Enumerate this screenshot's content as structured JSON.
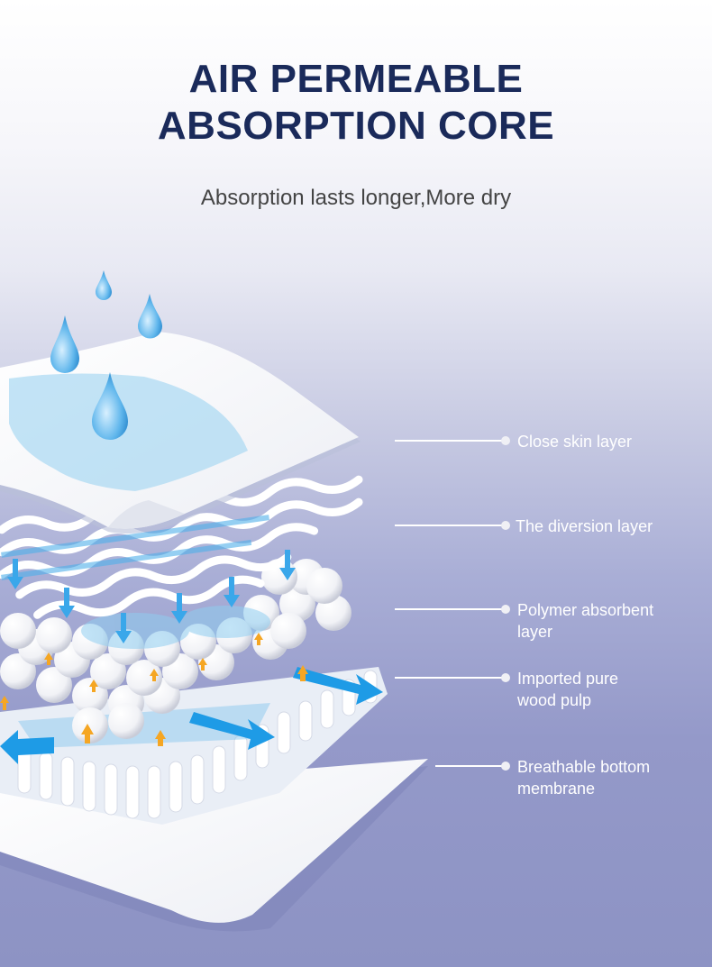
{
  "header": {
    "title_line1": "AIR PERMEABLE",
    "title_line2": "ABSORPTION CORE",
    "subtitle": "Absorption lasts longer,More dry"
  },
  "layers": [
    {
      "label": "Close skin layer"
    },
    {
      "label": "The diversion layer"
    },
    {
      "label": "Polymer absorbent layer"
    },
    {
      "label": "Imported pure wood pulp"
    },
    {
      "label": "Breathable bottom membrane"
    }
  ],
  "colors": {
    "title": "#1a2a5a",
    "background_bottom": "#8d93c4",
    "water_blue": "#2f9be0",
    "arrow_orange": "#f5a623"
  }
}
